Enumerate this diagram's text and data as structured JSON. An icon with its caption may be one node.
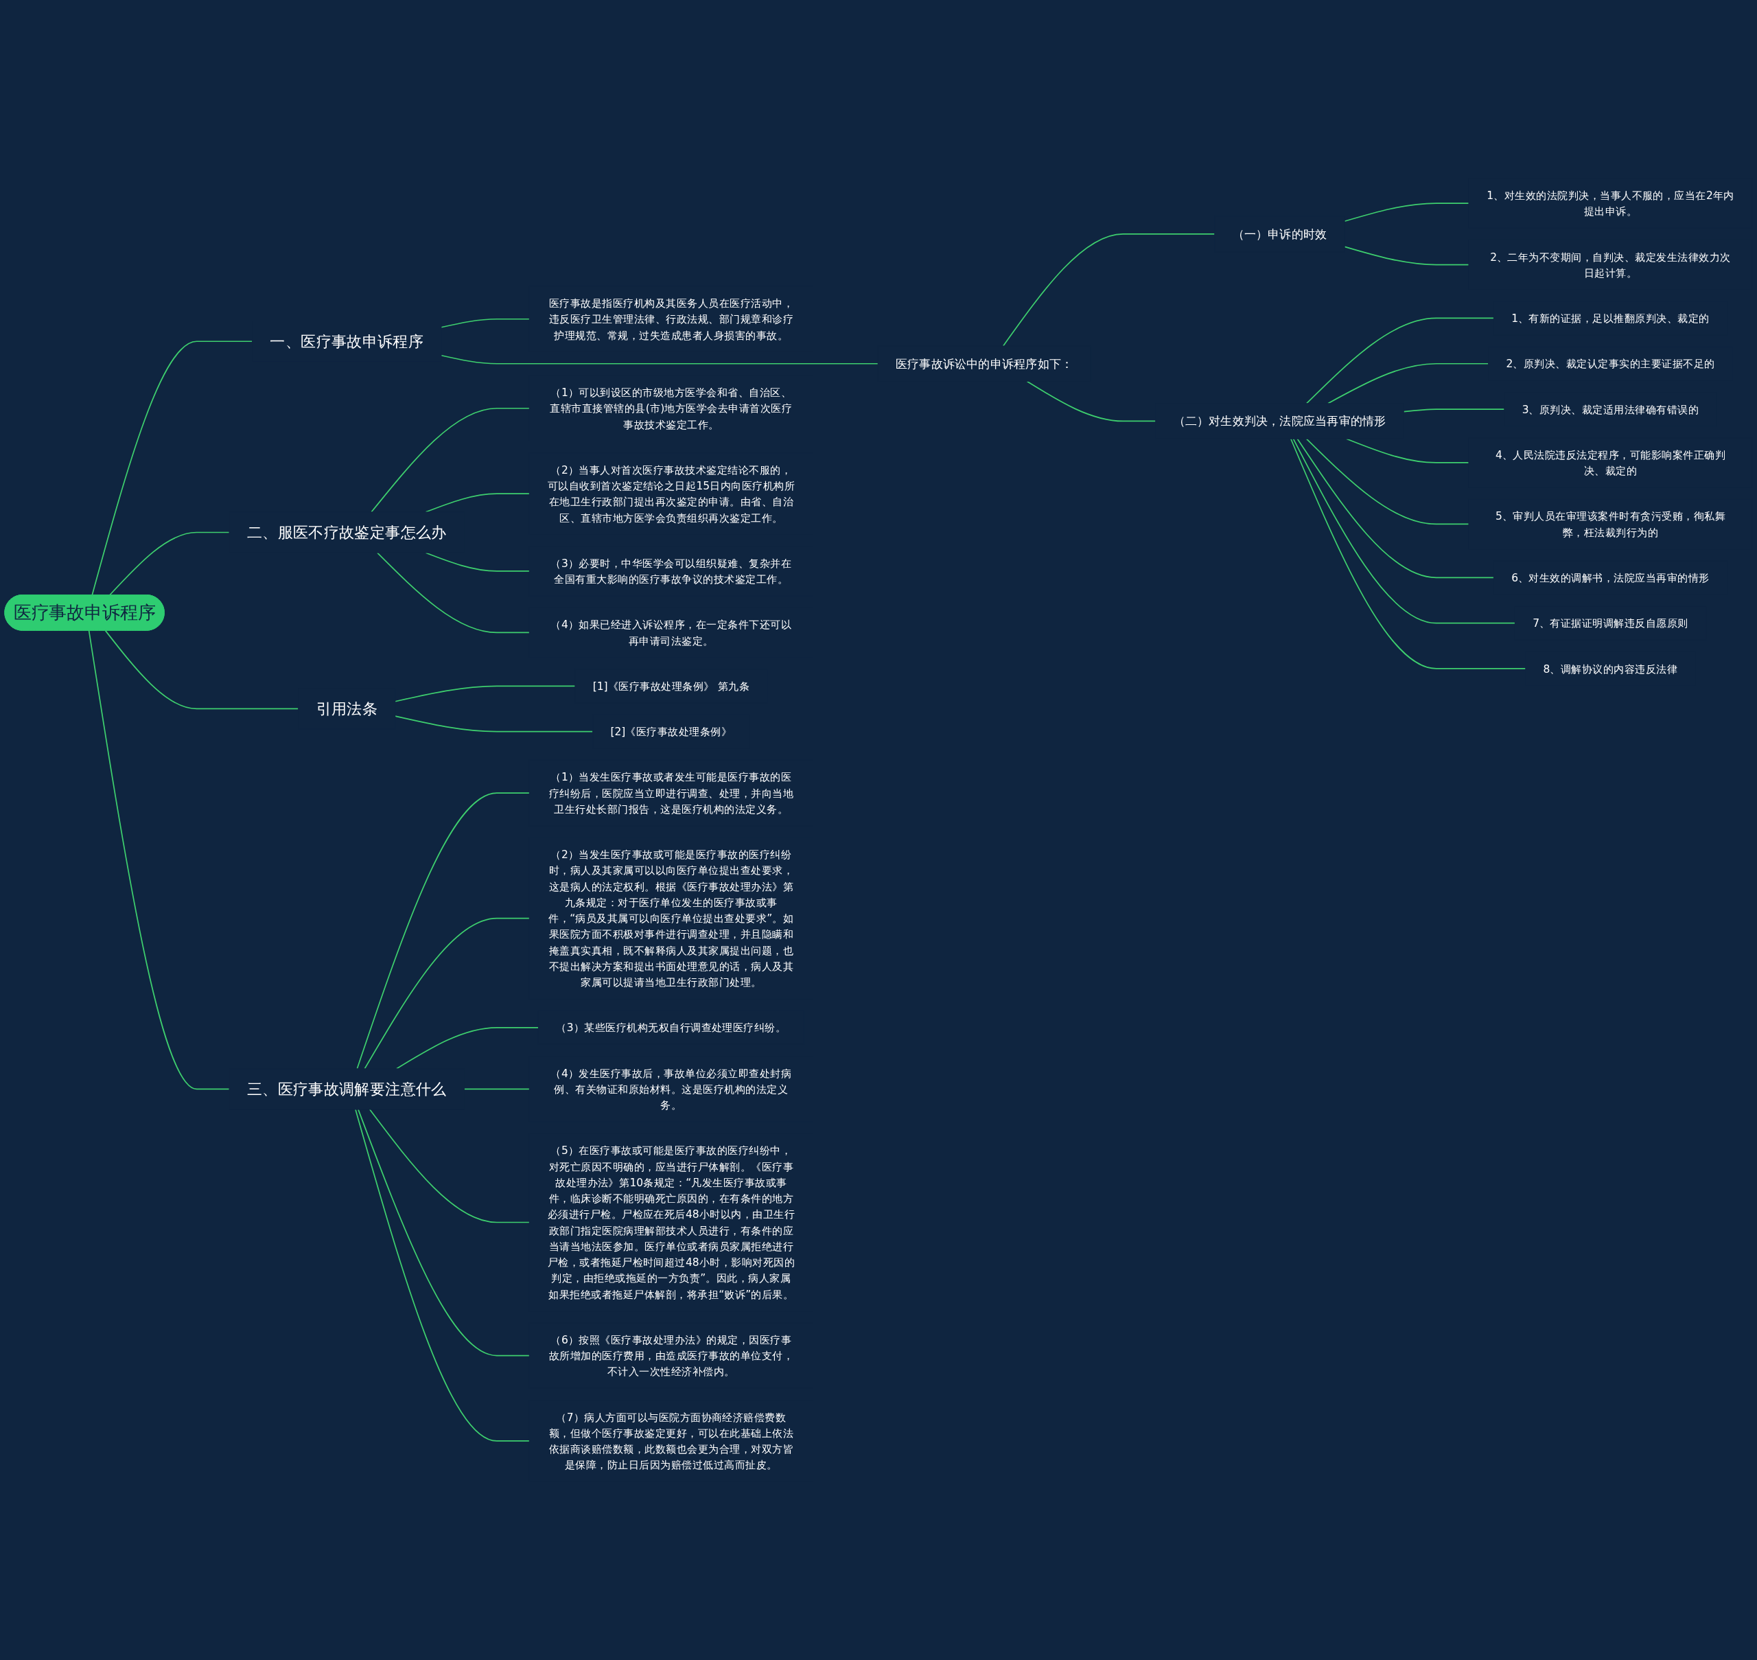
{
  "diagram": {
    "nodes": [
      {
        "text": [
          "医疗事故申诉程序"
        ]
      },
      {
        "text": [
          "一、医疗事故申诉程序"
        ]
      },
      {
        "text": [
          "医疗事故是指医疗机构及其医务人员在医疗活动中，违反医疗卫生管理法律、行政法规、部门规章和诊疗护理规范、常规，过失造成患者人身损害的事故。"
        ]
      },
      {
        "text": [
          "医疗事故诉讼中的申诉程序如下："
        ]
      },
      {
        "text": [
          "（一）申诉的时效"
        ]
      },
      {
        "text": [
          "1、对生效的法院判决，当事人不服的，应当在2年内提出申诉。"
        ]
      },
      {
        "text": [
          "2、二年为不变期间，自判决、裁定发生法律效力次日起计算。"
        ]
      },
      {
        "text": [
          "（二）对生效判决，法院应当再审的情形"
        ]
      },
      {
        "text": [
          "1、有新的证据，足以推翻原判决、裁定的"
        ]
      },
      {
        "text": [
          "2、原判决、裁定认定事实的主要证据不足的"
        ]
      },
      {
        "text": [
          "3、原判决、裁定适用法律确有错误的"
        ]
      },
      {
        "text": [
          "4、人民法院违反法定程序，可能影响案件正确判决、裁定的"
        ]
      },
      {
        "text": [
          "5、审判人员在审理该案件时有贪污受贿，徇私舞弊，枉法裁判行为的"
        ]
      },
      {
        "text": [
          "6、对生效的调解书，法院应当再审的情形"
        ]
      },
      {
        "text": [
          "7、有证据证明调解违反自愿原则"
        ]
      },
      {
        "text": [
          "8、调解协议的内容违反法律"
        ]
      },
      {
        "text": [
          "二、服医不疗故鉴定事怎么办"
        ]
      },
      {
        "text": [
          "（1）可以到设区的市级地方医学会和省、自治区、直辖市直接管辖的县(市)地方医学会去申请首次医疗事故技术鉴定工作。"
        ]
      },
      {
        "text": [
          "（2）当事人对首次医疗事故技术鉴定结论不服的，可以自收到首次鉴定结论之日起15日内向医疗机构所在地卫生行政部门提出再次鉴定的申请。由省、自治区、直辖市地方医学会负责组织再次鉴定工作。"
        ]
      },
      {
        "text": [
          "（3）必要时，中华医学会可以组织疑难、复杂并在全国有重大影响的医疗事故争议的技术鉴定工作。"
        ]
      },
      {
        "text": [
          "（4）如果已经进入诉讼程序，在一定条件下还可以再申请司法鉴定。"
        ]
      },
      {
        "text": [
          "引用法条"
        ]
      },
      {
        "text": [
          "[1]《医疗事故处理条例》 第九条"
        ]
      },
      {
        "text": [
          "[2]《医疗事故处理条例》"
        ]
      },
      {
        "text": [
          "三、医疗事故调解要注意什么"
        ]
      },
      {
        "text": [
          "（1）当发生医疗事故或者发生可能是医疗事故的医疗纠纷后，医院应当立即进行调查、处理，并向当地卫生行处长部门报告，这是医疗机构的法定义务。"
        ]
      },
      {
        "text": [
          "（2）当发生医疗事故或可能是医疗事故的医疗纠纷时，病人及其家属可以以向医疗单位提出查处要求，这是病人的法定权利。根据《医疗事故处理办法》第九条规定：对于医疗单位发生的医疗事故或事件，“病员及其属可以向医疗单位提出查处要求”。如果医院方面不积极对事件进行调查处理，并且隐瞒和掩盖真实真相，既不解释病人及其家属提出问题，也不提出解决方案和提出书面处理意见的话，病人及其家属可以提请当地卫生行政部门处理。"
        ]
      },
      {
        "text": [
          "（3）某些医疗机构无权自行调查处理医疗纠纷。"
        ]
      },
      {
        "text": [
          "（4）发生医疗事故后，事故单位必须立即查处封病例、有关物证和原始材料。这是医疗机构的法定义务。"
        ]
      },
      {
        "text": [
          "（5）在医疗事故或可能是医疗事故的医疗纠纷中，对死亡原因不明确的，应当进行尸体解剖。《医疗事故处理办法》第10条规定：“凡发生医疗事故或事件，临床诊断不能明确死亡原因的，在有条件的地方必须进行尸检。尸检应在死后48小时以内，由卫生行政部门指定医院病理解部技术人员进行，有条件的应当请当地法医参加。医疗单位或者病员家属拒绝进行尸检，或者拖延尸检时间超过48小时，影响对死因的判定，由拒绝或拖延的一方负责”。因此，病人家属如果拒绝或者拖延尸体解剖，将承担“败诉”的后果。"
        ]
      },
      {
        "text": [
          "（6）按照《医疗事故处理办法》的规定，因医疗事故所增加的医疗费用，由造成医疗事故的单位支付，不计入一次性经济补偿内。"
        ]
      },
      {
        "text": [
          "（7）病人方面可以与医院方面协商经济赔偿费数额，但做个医疗事故鉴定更好，可以在此基础上依法依据商谈赔偿数额，此数额也会更为合理，对双方皆是保障，防止日后因为赔偿过低过高而扯皮。"
        ]
      }
    ],
    "edges": [
      {
        "from": 0,
        "to": 1,
        "arrow": "none"
      },
      {
        "from": 1,
        "to": 2,
        "arrow": "none"
      },
      {
        "from": 1,
        "to": 3,
        "arrow": "none"
      },
      {
        "from": 3,
        "to": 4,
        "arrow": "none"
      },
      {
        "from": 4,
        "to": 5,
        "arrow": "none"
      },
      {
        "from": 4,
        "to": 6,
        "arrow": "none"
      },
      {
        "from": 3,
        "to": 7,
        "arrow": "none"
      },
      {
        "from": 7,
        "to": 8,
        "arrow": "none"
      },
      {
        "from": 7,
        "to": 9,
        "arrow": "none"
      },
      {
        "from": 7,
        "to": 10,
        "arrow": "none"
      },
      {
        "from": 7,
        "to": 11,
        "arrow": "none"
      },
      {
        "from": 7,
        "to": 12,
        "arrow": "none"
      },
      {
        "from": 7,
        "to": 13,
        "arrow": "none"
      },
      {
        "from": 7,
        "to": 14,
        "arrow": "none"
      },
      {
        "from": 7,
        "to": 15,
        "arrow": "none"
      },
      {
        "from": 0,
        "to": 16,
        "arrow": "none"
      },
      {
        "from": 16,
        "to": 17,
        "arrow": "none"
      },
      {
        "from": 16,
        "to": 18,
        "arrow": "none"
      },
      {
        "from": 16,
        "to": 19,
        "arrow": "none"
      },
      {
        "from": 16,
        "to": 20,
        "arrow": "none"
      },
      {
        "from": 0,
        "to": 21,
        "arrow": "none"
      },
      {
        "from": 21,
        "to": 22,
        "arrow": "none"
      },
      {
        "from": 21,
        "to": 23,
        "arrow": "none"
      },
      {
        "from": 0,
        "to": 24,
        "arrow": "none"
      },
      {
        "from": 24,
        "to": 25,
        "arrow": "none"
      },
      {
        "from": 24,
        "to": 26,
        "arrow": "none"
      },
      {
        "from": 24,
        "to": 27,
        "arrow": "none"
      },
      {
        "from": 24,
        "to": 28,
        "arrow": "none"
      },
      {
        "from": 24,
        "to": 29,
        "arrow": "none"
      },
      {
        "from": 24,
        "to": 30,
        "arrow": "none"
      },
      {
        "from": 24,
        "to": 31,
        "arrow": "none"
      }
    ]
  }
}
